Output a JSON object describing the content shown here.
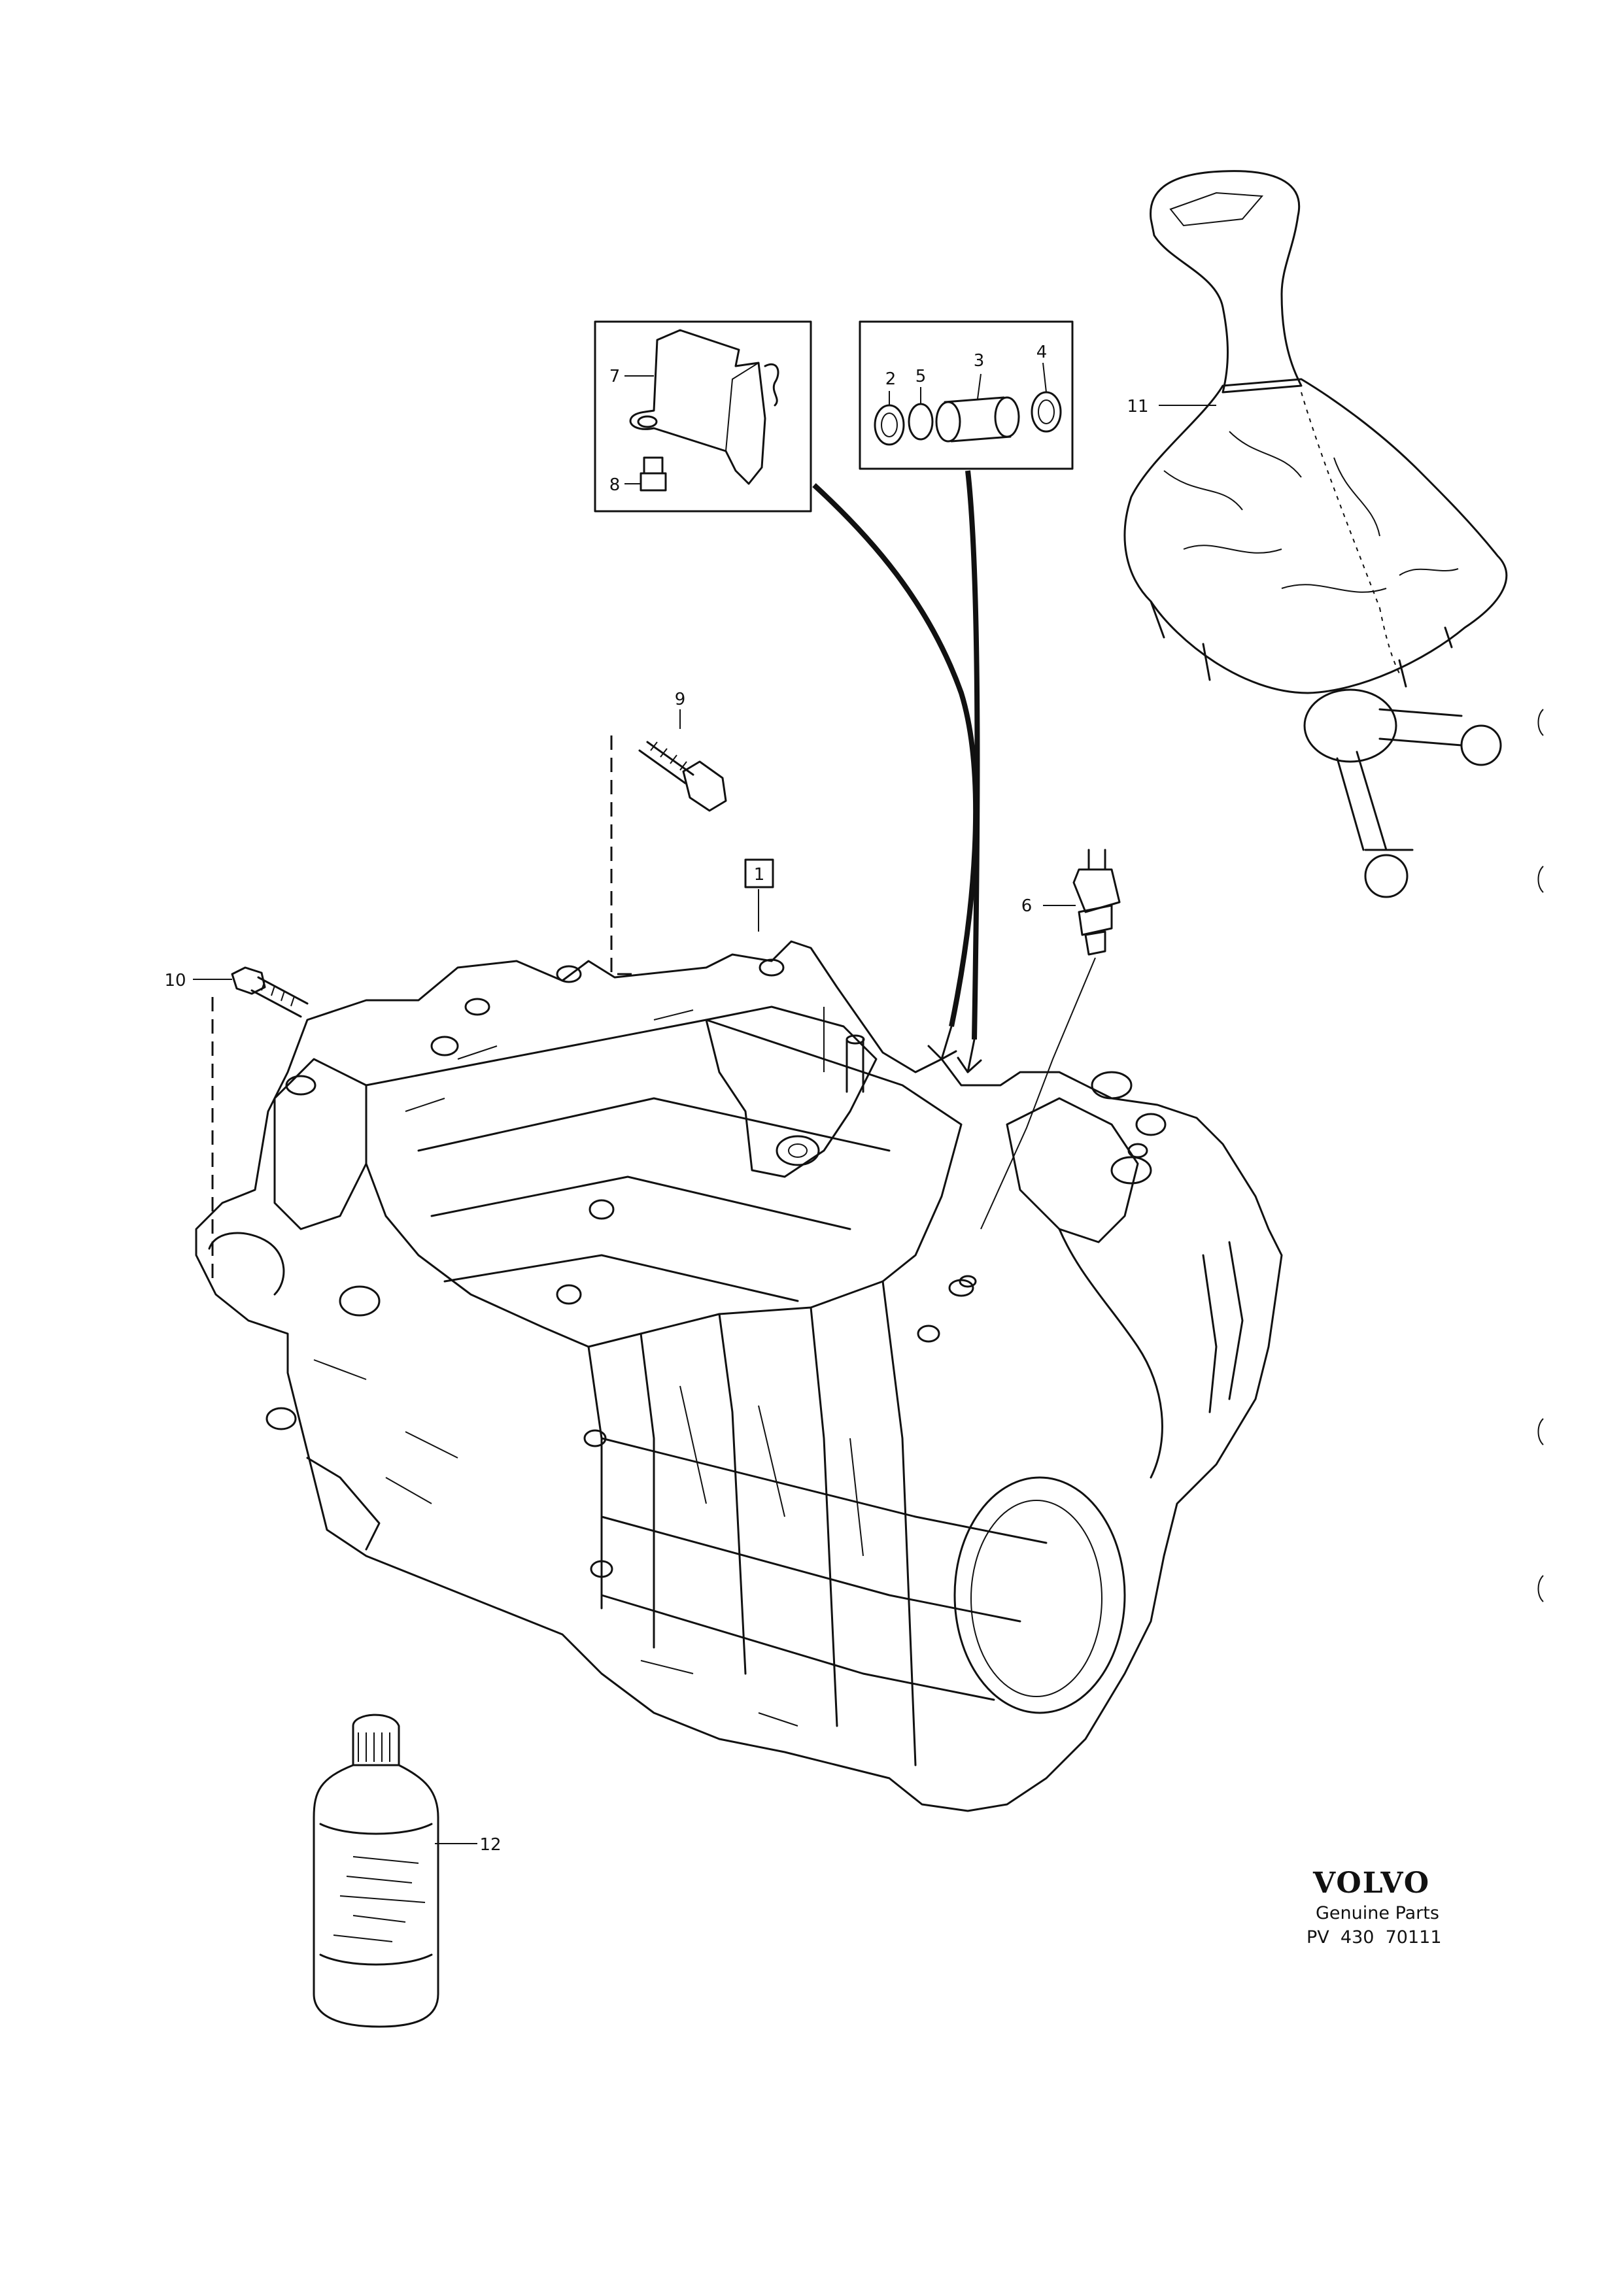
{
  "diagram": {
    "callouts": {
      "c1": "1",
      "c2": "2",
      "c3": "3",
      "c4": "4",
      "c5": "5",
      "c6": "6",
      "c7": "7",
      "c8": "8",
      "c9": "9",
      "c10": "10",
      "c11": "11",
      "c12": "12"
    }
  },
  "brand": {
    "name": "VOLVO",
    "tagline": "Genuine Parts",
    "code": "PV  430  70111"
  }
}
